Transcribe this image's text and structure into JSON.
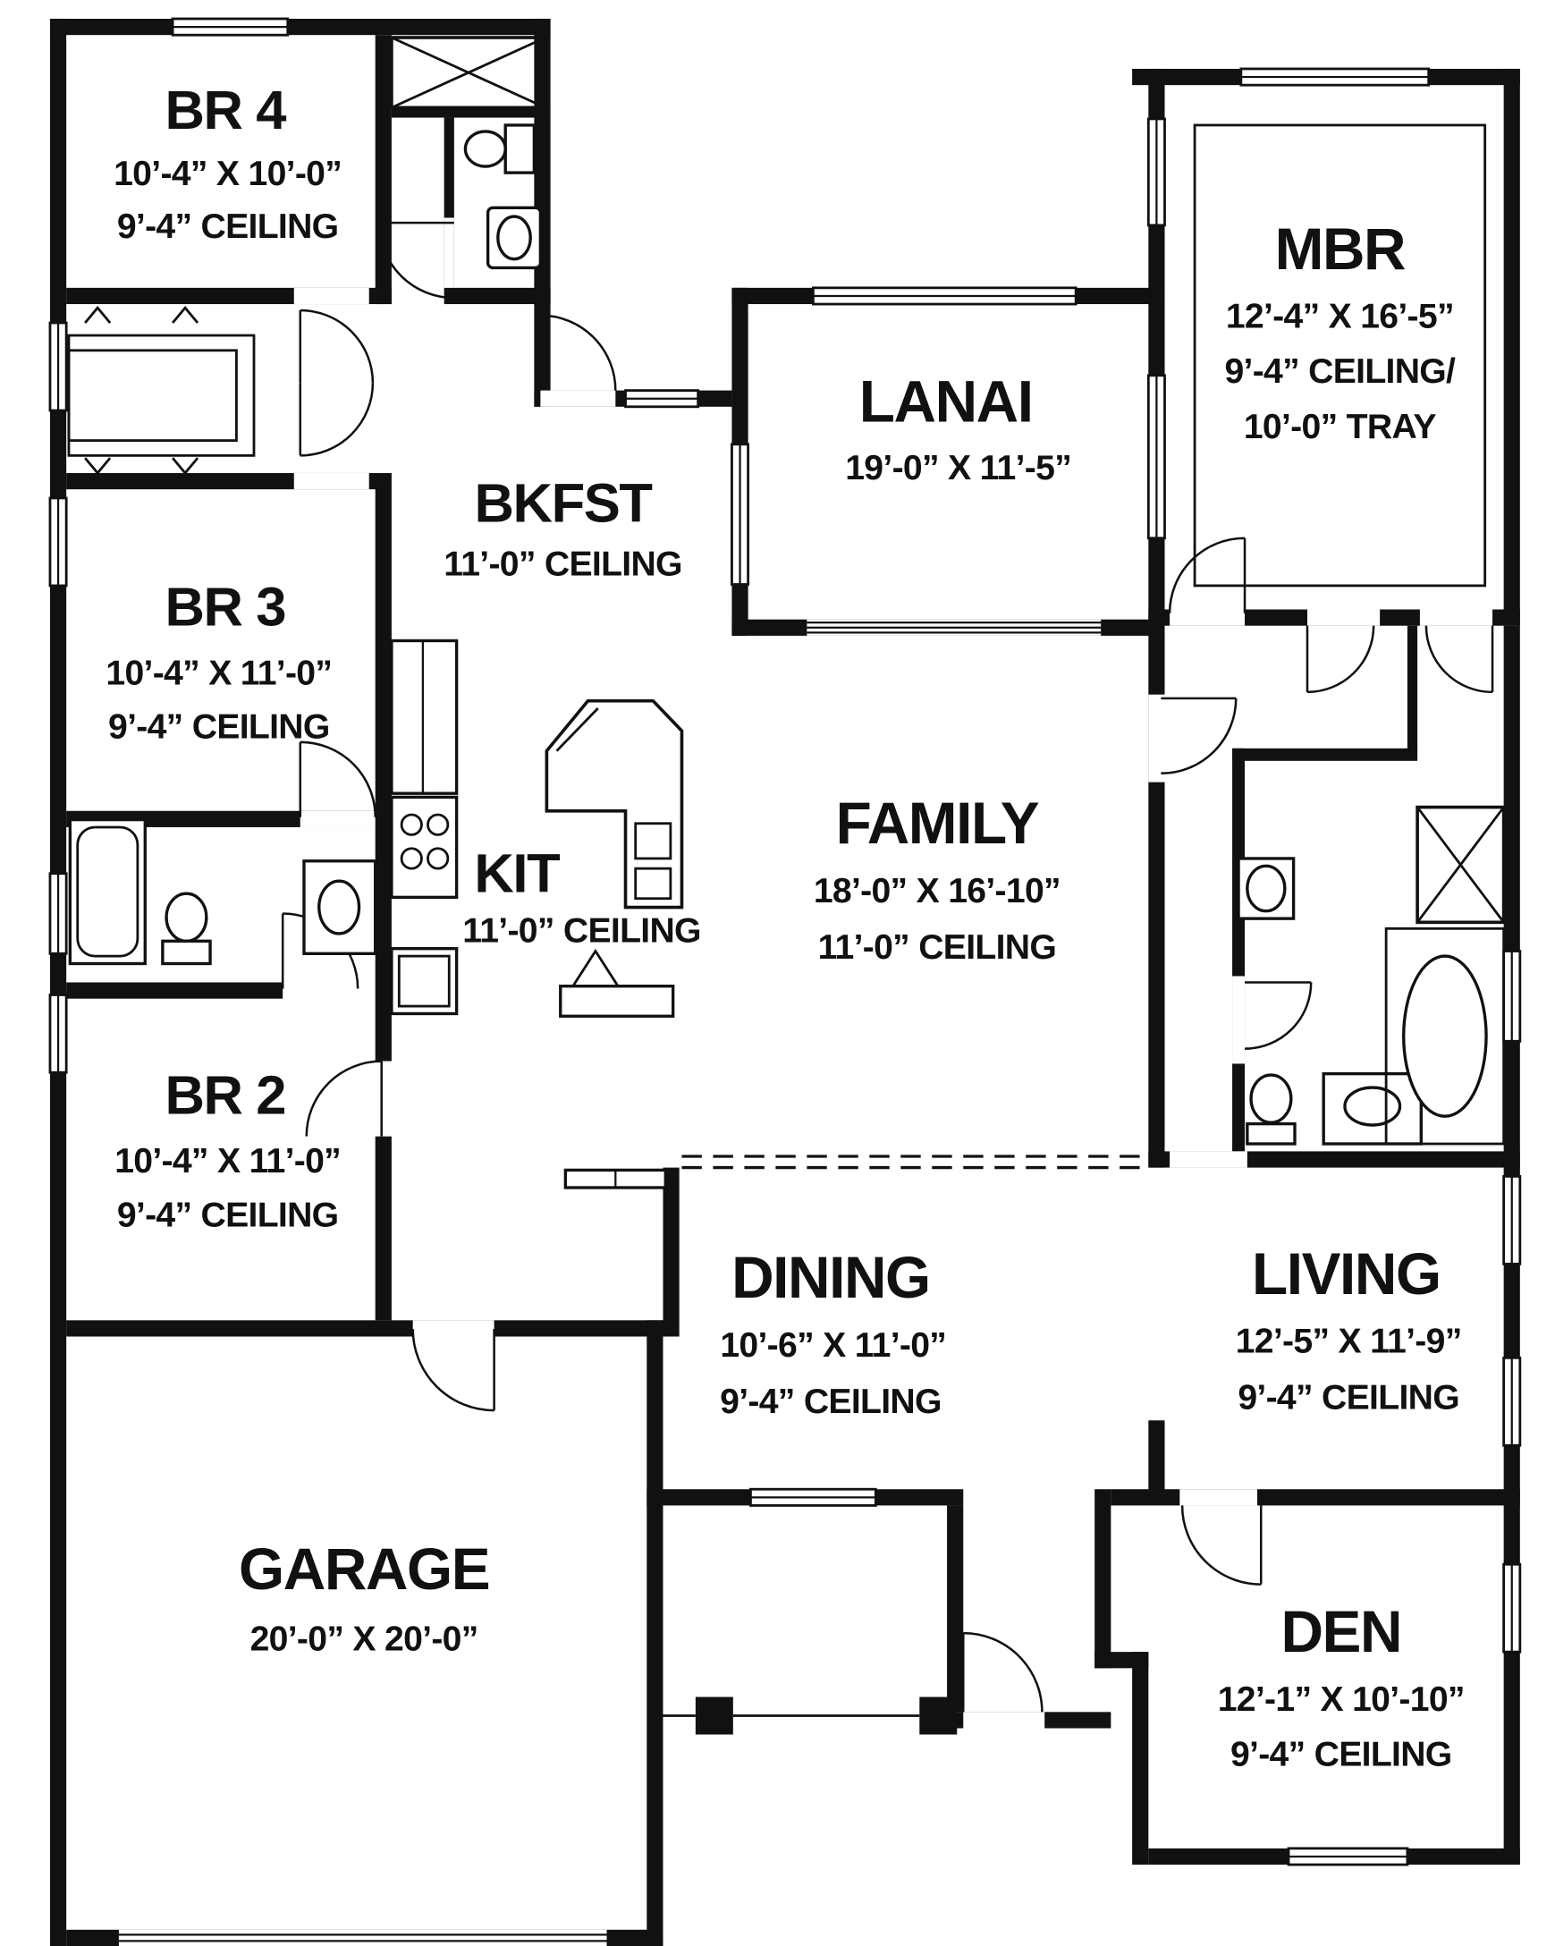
{
  "plan": {
    "colors": {
      "wall": "#111111",
      "background": "#ffffff"
    },
    "rooms": {
      "br4": {
        "name": "BR 4",
        "dims": "10’-4” X 10’-0”",
        "ceiling": "9’-4” CEILING"
      },
      "br3": {
        "name": "BR 3",
        "dims": "10’-4” X 11’-0”",
        "ceiling": "9’-4” CEILING"
      },
      "br2": {
        "name": "BR 2",
        "dims": "10’-4” X 11’-0”",
        "ceiling": "9’-4” CEILING"
      },
      "bkfst": {
        "name": "BKFST",
        "ceiling": "11’-0” CEILING"
      },
      "kit": {
        "name": "KIT",
        "ceiling": "11’-0” CEILING"
      },
      "mbr": {
        "name": "MBR",
        "dims": "12’-4” X 16’-5”",
        "ceiling": "9’-4” CEILING/",
        "ceiling2": "10’-0” TRAY"
      },
      "lanai": {
        "name": "LANAI",
        "dims": "19’-0” X 11’-5”"
      },
      "family": {
        "name": "FAMILY",
        "dims": "18’-0” X 16’-10”",
        "ceiling": "11’-0” CEILING"
      },
      "dining": {
        "name": "DINING",
        "dims": "10’-6” X 11’-0”",
        "ceiling": "9’-4” CEILING"
      },
      "living": {
        "name": "LIVING",
        "dims": "12’-5” X 11’-9”",
        "ceiling": "9’-4” CEILING"
      },
      "garage": {
        "name": "GARAGE",
        "dims": "20’-0” X 20’-0”"
      },
      "den": {
        "name": "DEN",
        "dims": "12’-1” X 10’-10”",
        "ceiling": "9’-4” CEILING"
      }
    }
  }
}
